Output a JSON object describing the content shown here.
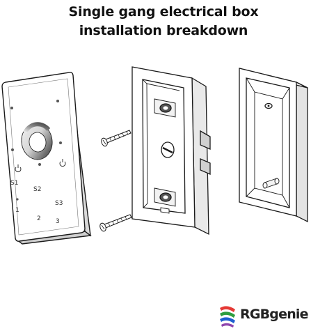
{
  "title": {
    "line1": "Single gang electrical box",
    "line2": "installation breakdown"
  },
  "panel": {
    "zone_labels": [
      "S1",
      "S2",
      "S3"
    ],
    "number_labels": [
      "1",
      "2",
      "3"
    ],
    "icons": [
      "power-icon",
      "power-icon",
      "dot-icon",
      "dot-icon",
      "dot-icon",
      "dot-icon",
      "dot-icon"
    ]
  },
  "logo": {
    "text": "RGBgenie",
    "icon": "rgb-ribbon-logo-icon",
    "colors": [
      "#e53935",
      "#2e9e3f",
      "#1e5fd0",
      "#8e44ad"
    ]
  },
  "colors": {
    "line": "#1a1a1a",
    "panel_face": "#ffffff",
    "wheel_light": "#f4f4f4",
    "wheel_dark": "#3a3a3a"
  }
}
